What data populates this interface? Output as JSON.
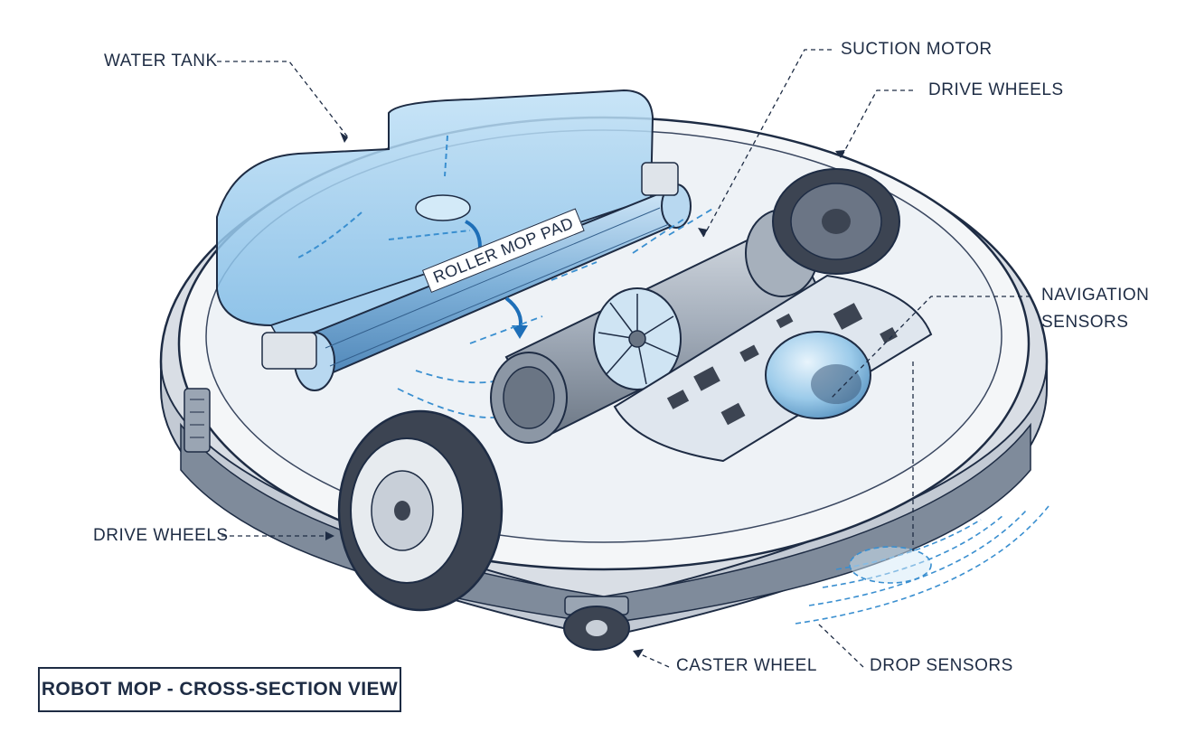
{
  "title": "ROBOT MOP - CROSS-SECTION VIEW",
  "labels": {
    "water_tank": "WATER TANK",
    "suction_motor": "SUCTION MOTOR",
    "drive_wheels_right": "DRIVE WHEELS",
    "navigation_sensors_line1": "NAVIGATION",
    "navigation_sensors_line2": "SENSORS",
    "drive_wheels_left": "DRIVE WHEELS",
    "caster_wheel": "CASTER WHEEL",
    "drop_sensors": "DROP SENSORS",
    "roller_mop_pad": "ROLLER MOP PAD"
  },
  "colors": {
    "ink": "#1e2c44",
    "water_blue": "#8cc4ea",
    "flow_blue": "#3a8fd0",
    "body_white": "#f4f6f8",
    "band_gray": "#8a96a6",
    "tire_dark": "#3c4452",
    "pcb": "#dfe6ee"
  }
}
